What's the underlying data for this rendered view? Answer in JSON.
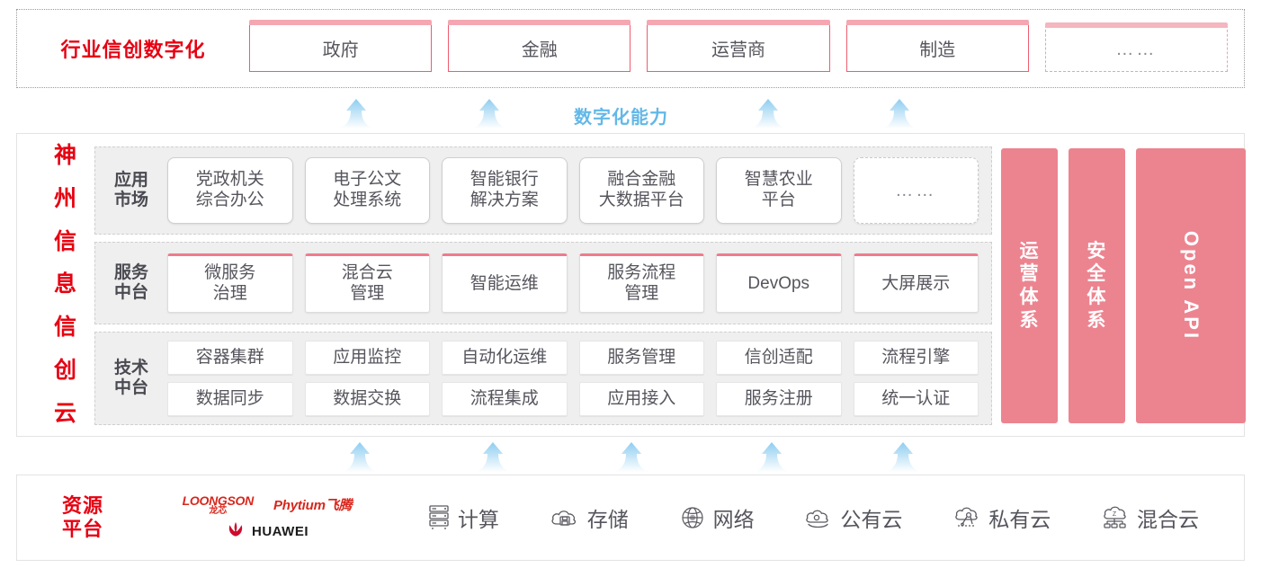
{
  "top_band": {
    "title": "行业信创数字化",
    "cards": [
      {
        "label": "政府",
        "dashed": false
      },
      {
        "label": "金融",
        "dashed": false
      },
      {
        "label": "运营商",
        "dashed": false
      },
      {
        "label": "制造",
        "dashed": false
      },
      {
        "label": "……",
        "dashed": true
      }
    ]
  },
  "capability": {
    "label": "数字化能力"
  },
  "cloud": {
    "side_title": "神州信息信创云",
    "rows": [
      {
        "label": "应用市场",
        "type": "app",
        "cells": [
          {
            "label": "党政机关\n综合办公",
            "dashed": false
          },
          {
            "label": "电子公文\n处理系统",
            "dashed": false
          },
          {
            "label": "智能银行\n解决方案",
            "dashed": false
          },
          {
            "label": "融合金融\n大数据平台",
            "dashed": false
          },
          {
            "label": "智慧农业\n平台",
            "dashed": false
          },
          {
            "label": "……",
            "dashed": true
          }
        ]
      },
      {
        "label": "服务中台",
        "type": "service",
        "cells": [
          {
            "label": "微服务\n治理"
          },
          {
            "label": "混合云\n管理"
          },
          {
            "label": "智能运维"
          },
          {
            "label": "服务流程\n管理"
          },
          {
            "label": "DevOps"
          },
          {
            "label": "大屏展示"
          }
        ]
      },
      {
        "label": "技术中台",
        "type": "tech",
        "cells_row1": [
          {
            "label": "容器集群"
          },
          {
            "label": "应用监控"
          },
          {
            "label": "自动化运维"
          },
          {
            "label": "服务管理"
          },
          {
            "label": "信创适配"
          },
          {
            "label": "流程引擎"
          }
        ],
        "cells_row2": [
          {
            "label": "数据同步"
          },
          {
            "label": "数据交换"
          },
          {
            "label": "流程集成"
          },
          {
            "label": "应用接入"
          },
          {
            "label": "服务注册"
          },
          {
            "label": "统一认证"
          }
        ]
      }
    ],
    "pillars": [
      {
        "label": "运营体系",
        "orientation": "vertical-cn"
      },
      {
        "label": "安全体系",
        "orientation": "vertical-cn"
      },
      {
        "label": "Open API",
        "orientation": "rotated"
      }
    ]
  },
  "resource_band": {
    "title": "资源平台",
    "vendors": [
      {
        "name": "LOONGSON",
        "sub": "龙芯",
        "type": "loongson"
      },
      {
        "name": "Phytium飞腾",
        "type": "phytium"
      },
      {
        "name": "HUAWEI",
        "type": "huawei"
      }
    ],
    "items": [
      {
        "label": "计算",
        "icon": "server-icon"
      },
      {
        "label": "存储",
        "icon": "cloud-storage-icon"
      },
      {
        "label": "网络",
        "icon": "network-icon"
      },
      {
        "label": "公有云",
        "icon": "public-cloud-icon"
      },
      {
        "label": "私有云",
        "icon": "private-cloud-icon"
      },
      {
        "label": "混合云",
        "icon": "hybrid-cloud-icon"
      }
    ]
  },
  "colors": {
    "brand_red": "#e60012",
    "card_pink": "#ef5c6e",
    "pillar_pink": "#ec8490",
    "arrow_blue": "#9ed4f0",
    "capability_blue": "#63b8e8",
    "panel_gray": "#efefef"
  }
}
